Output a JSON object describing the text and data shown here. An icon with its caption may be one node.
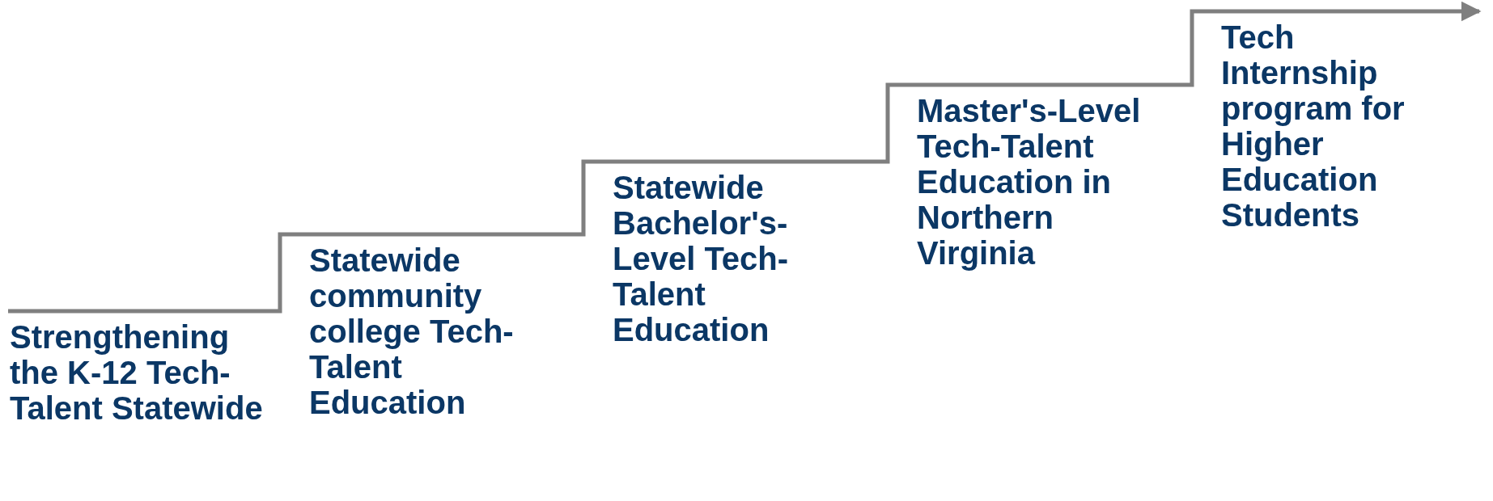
{
  "diagram": {
    "labels": [
      "Strengthening the K-12 Tech-Talent Statewide",
      "Statewide community college Tech-Talent Education",
      "Statewide Bachelor's-Level Tech-Talent Education",
      "Master's-Level Tech-Talent Education in Northern Virginia",
      "Tech Internship program for Higher Education Students"
    ]
  }
}
